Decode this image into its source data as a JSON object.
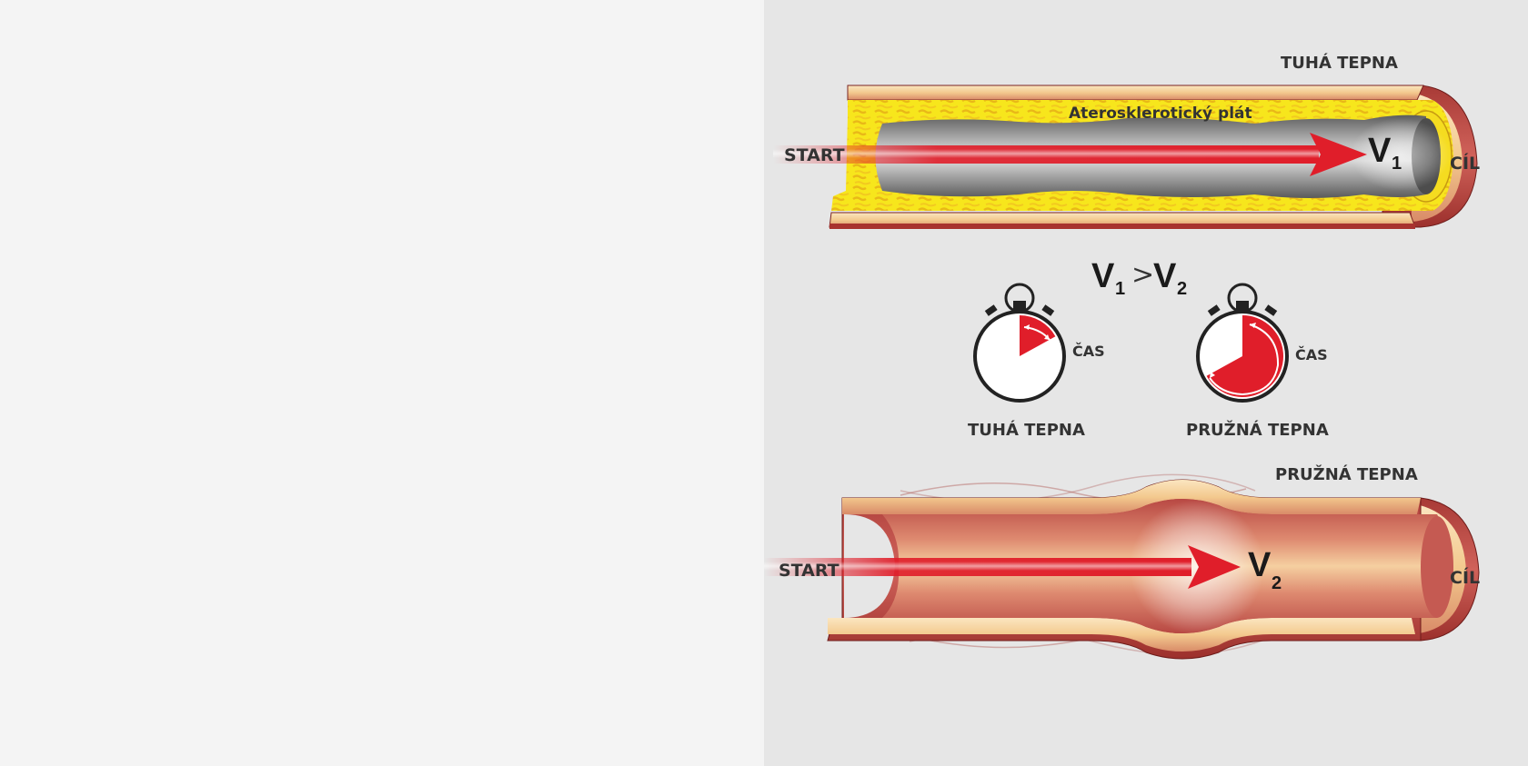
{
  "diagram": {
    "top_artery": {
      "title": "TUHÁ TEPNA",
      "plaque_label": "Aterosklerotický plát",
      "start_label": "START",
      "end_label": "CÍL",
      "velocity_letter": "V",
      "velocity_sub": "1"
    },
    "comparison": {
      "left_letter": "V",
      "left_sub": "1",
      "operator": ">",
      "right_letter": "V",
      "right_sub": "2"
    },
    "stopwatches": [
      {
        "label": "TUHÁ TEPNA",
        "time_label": "ČAS",
        "filled_fraction": 0.17
      },
      {
        "label": "PRUŽNÁ TEPNA",
        "time_label": "ČAS",
        "filled_fraction": 0.67
      }
    ],
    "bottom_artery": {
      "title": "PRUŽNÁ TEPNA",
      "start_label": "START",
      "end_label": "CÍL",
      "velocity_letter": "V",
      "velocity_sub": "2"
    },
    "colors": {
      "artery_wall": "#c8504a",
      "artery_inner": "#f6d9a8",
      "plaque": "#f5e31a",
      "arrow": "#e01e2a",
      "lumen_stiff": "#8a8a8a"
    }
  }
}
